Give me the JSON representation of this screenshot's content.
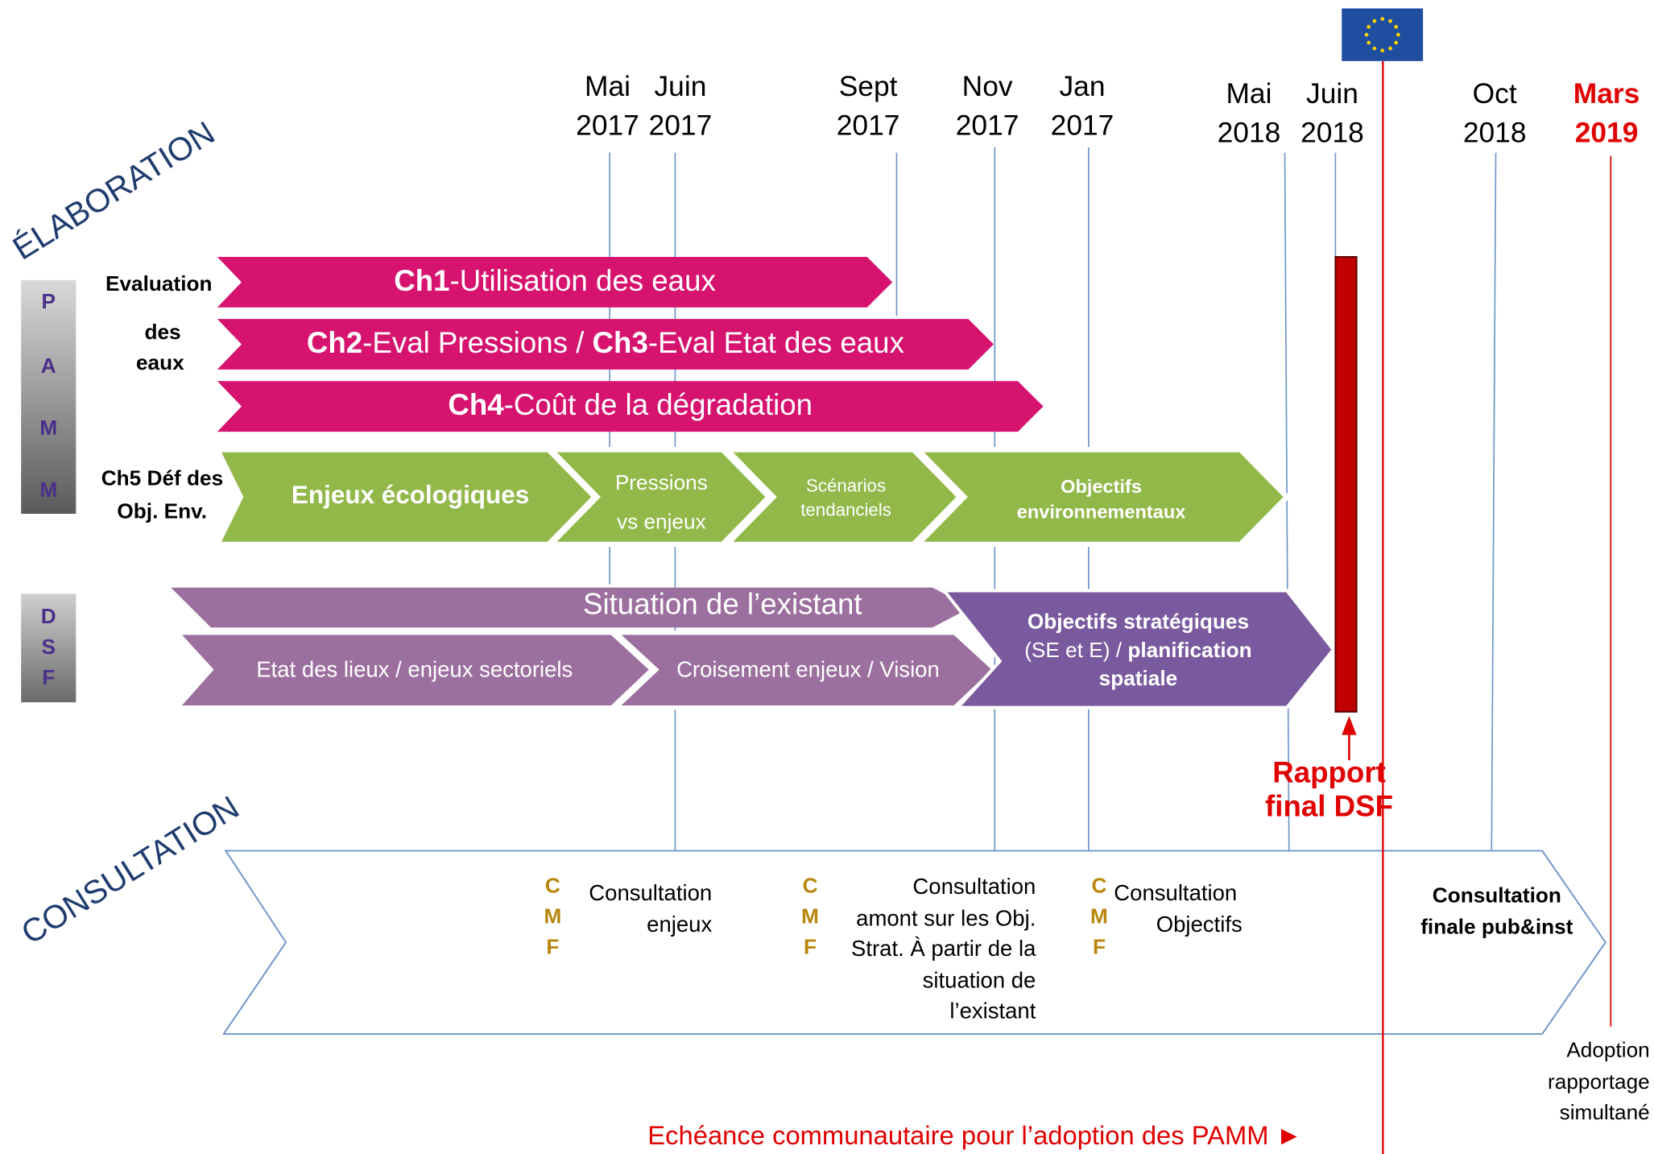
{
  "dates": [
    {
      "month": "Mai",
      "year": "2017"
    },
    {
      "month": "Juin",
      "year": "2017"
    },
    {
      "month": "Sept",
      "year": "2017"
    },
    {
      "month": "Nov",
      "year": "2017"
    },
    {
      "month": "Jan",
      "year": "2017"
    },
    {
      "month": "Mai",
      "year": "2018"
    },
    {
      "month": "Juin",
      "year": "2018"
    },
    {
      "month": "Oct",
      "year": "2018"
    },
    {
      "month": "Mars",
      "year": "2019"
    }
  ],
  "phases": {
    "elaboration": "ÉLABORATION",
    "consultation": "CONSULTATION"
  },
  "pamm": {
    "letters": [
      "P",
      "A",
      "M",
      "M"
    ]
  },
  "dsf": {
    "letters": [
      "D",
      "S",
      "F"
    ]
  },
  "eval_label": {
    "line1": "Evaluation",
    "line2": "des",
    "line3": "eaux"
  },
  "ch5_label": {
    "line1": "Ch5 Déf des",
    "line2": "Obj. Env."
  },
  "ch1": {
    "prefix": "Ch1",
    "text": "-Utilisation des eaux"
  },
  "ch2": {
    "prefix1": "Ch2",
    "text1": "-Eval Pressions / ",
    "prefix2": "Ch3",
    "text2": "-Eval Etat des eaux"
  },
  "ch4": {
    "prefix": "Ch4",
    "text": "-Coût de la dégradation"
  },
  "green": {
    "s1": "Enjeux écologiques",
    "s2_line1": "Pressions",
    "s2_line2": "vs enjeux",
    "s3_line1": "Scénarios",
    "s3_line2": "tendanciels",
    "s4_line1": "Objectifs",
    "s4_line2": "environnementaux"
  },
  "dsf_arrows": {
    "situation": "Situation de l’existant",
    "etat": "Etat des lieux / enjeux sectoriels",
    "croisement": "Croisement enjeux / Vision",
    "obj_line1": "Objectifs stratégiques",
    "obj_line2a": "(SE et E) / ",
    "obj_line2b": "planification",
    "obj_line3": "spatiale"
  },
  "rapport": {
    "line1": "Rapport",
    "line2": "final DSF"
  },
  "cmf": [
    "C",
    "M",
    "F"
  ],
  "consultations": {
    "enjeux": {
      "line1": "Consultation",
      "line2": "enjeux"
    },
    "amont": {
      "line1": "Consultation",
      "line2": "amont sur les Obj.",
      "line3": "Strat. À partir de la",
      "line4": "situation  de",
      "line5": "l’existant"
    },
    "objectifs": {
      "line1": "Consultation",
      "line2": "Objectifs"
    },
    "finale": {
      "line1": "Consultation",
      "line2": "finale pub&inst"
    }
  },
  "adoption": {
    "line1": "Adoption",
    "line2": "rapportage",
    "line3": "simultané"
  },
  "echeance": "Echéance communautaire pour l’adoption des PAMM ►",
  "colors": {
    "magenta": "#d6136f",
    "green": "#92b84a",
    "purple_light": "#9b6f9e",
    "purple_dark": "#7a5a9e",
    "red": "#e00000",
    "dark_red": "#c00000",
    "timeline": "#6f97c9",
    "eu_blue": "#1f4ea0",
    "cmf_gold": "#b8860b",
    "phase_blue": "#1f3c6e"
  }
}
